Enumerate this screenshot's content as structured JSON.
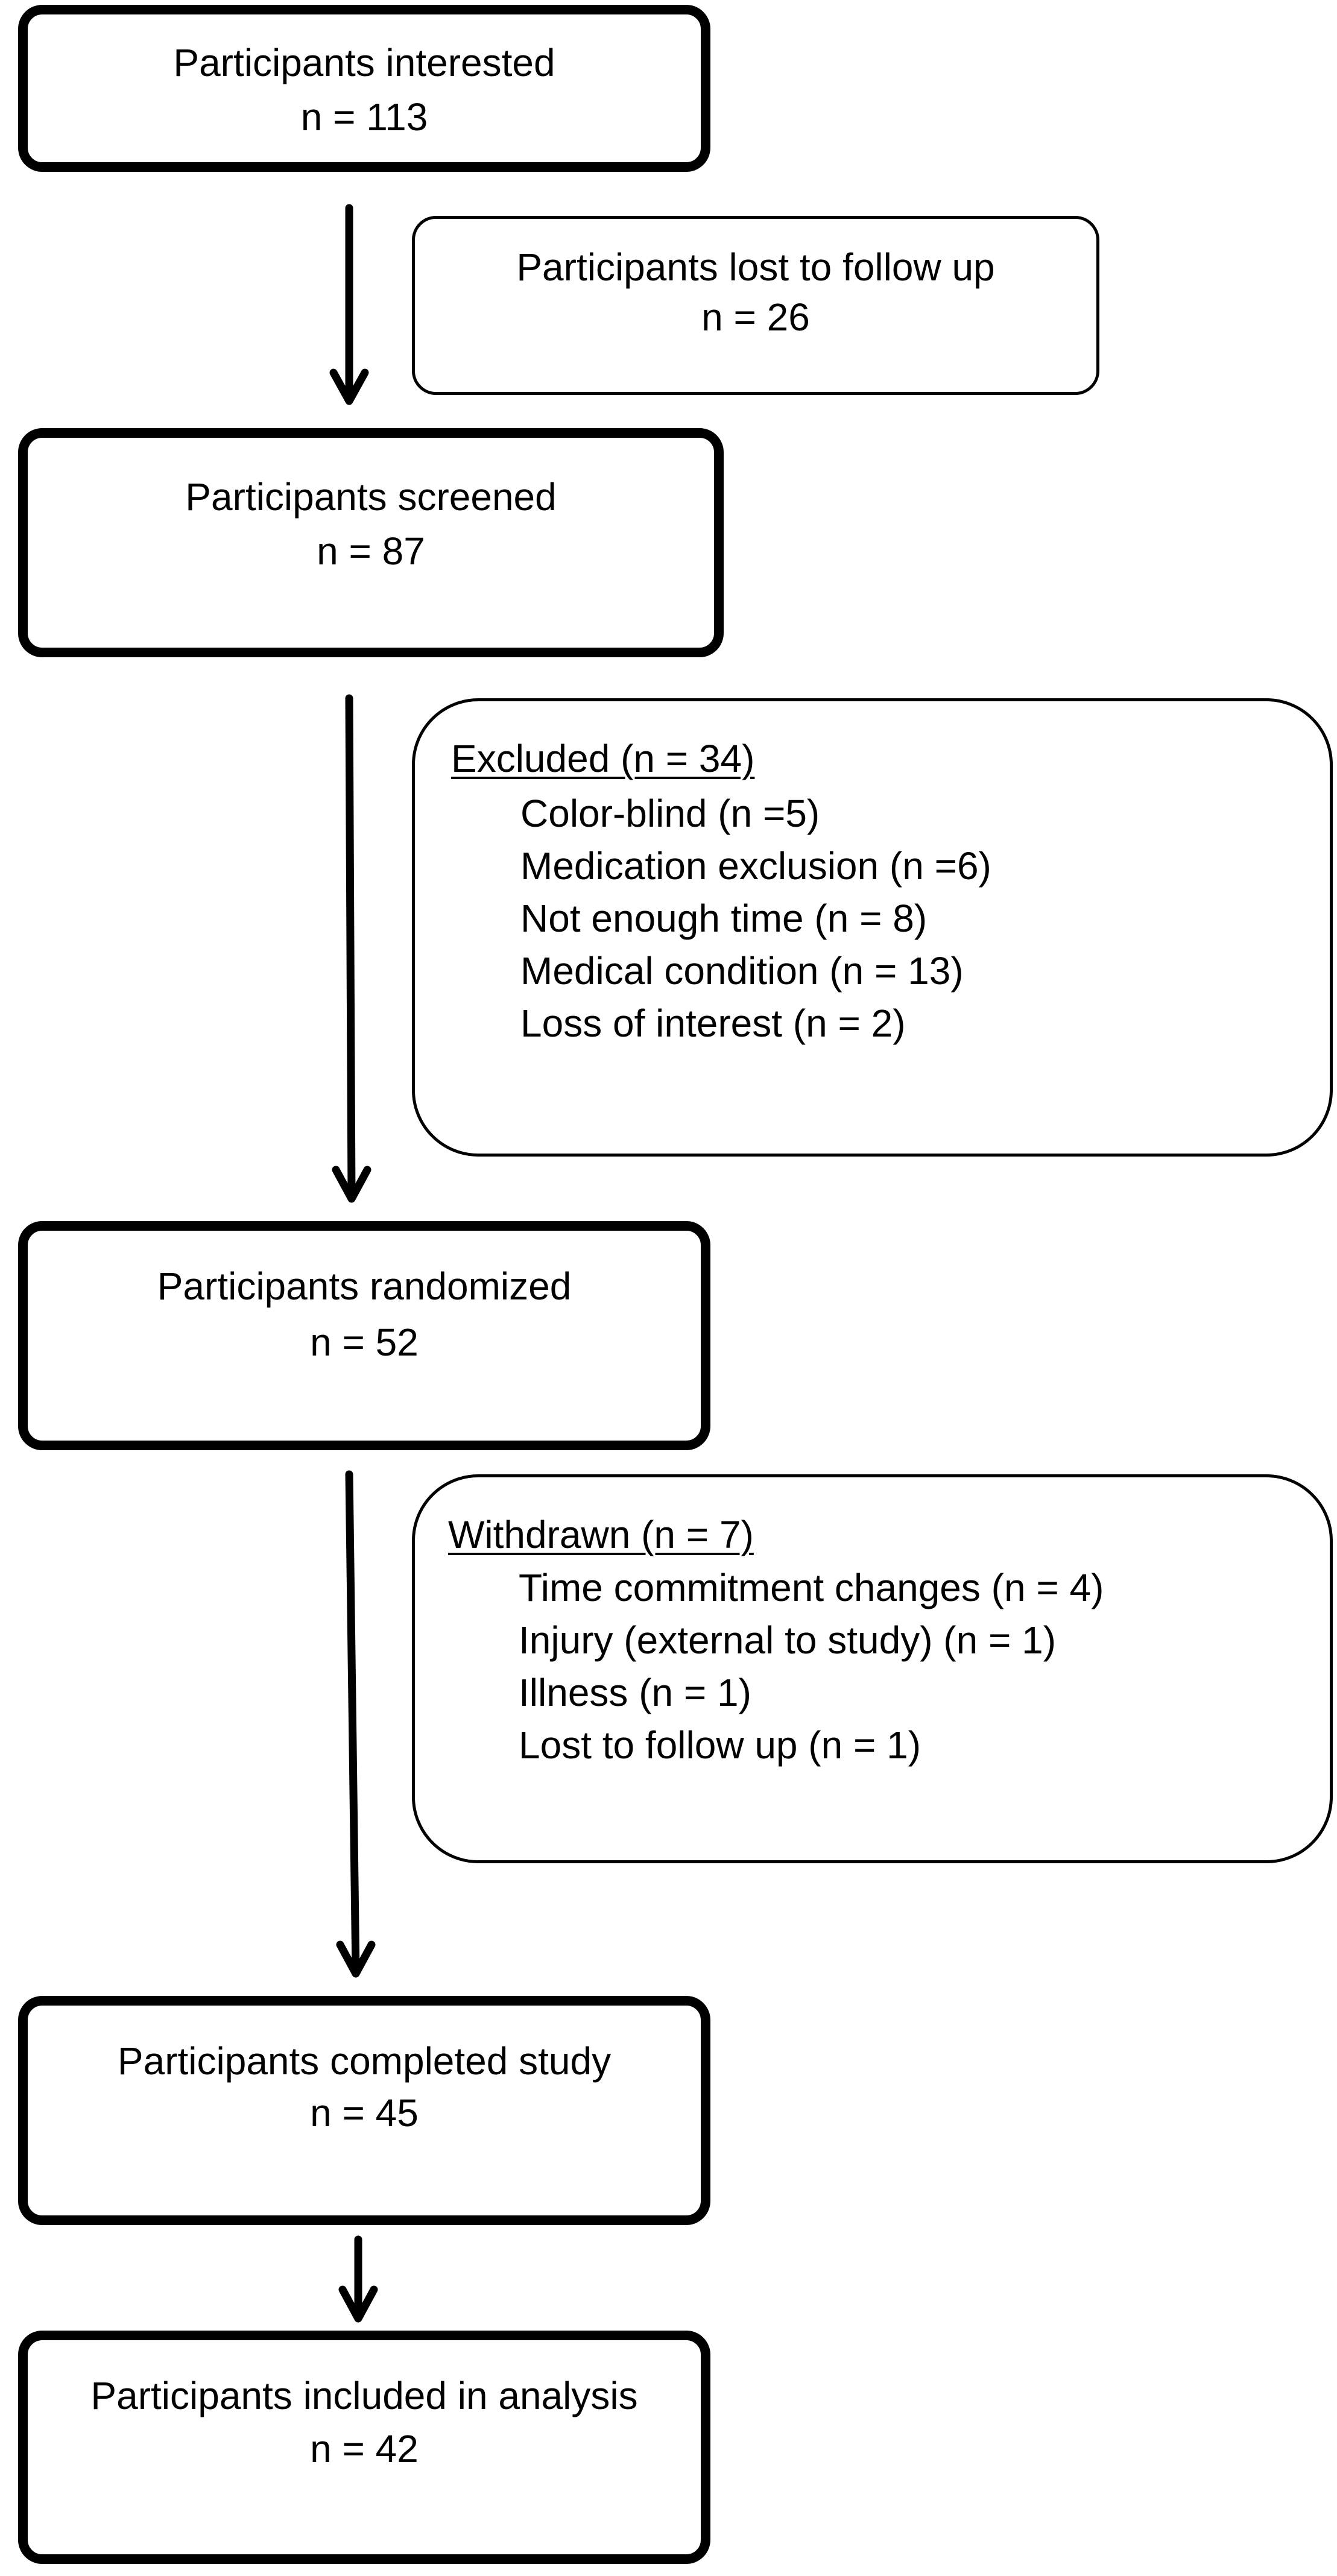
{
  "flow": {
    "interested": {
      "title": "Participants interested",
      "count": "n = 113"
    },
    "lost_followup": {
      "title": "Participants lost to follow up",
      "count": "n = 26"
    },
    "screened": {
      "title": "Participants screened",
      "count": "n = 87"
    },
    "excluded": {
      "heading": "Excluded (n = 34)",
      "items": [
        "Color-blind (n =5)",
        "Medication exclusion (n =6)",
        "Not enough time (n = 8)",
        "Medical condition (n = 13)",
        "Loss of interest (n = 2)"
      ]
    },
    "randomized": {
      "title": "Participants randomized",
      "count": "n = 52"
    },
    "withdrawn": {
      "heading": "Withdrawn (n = 7)",
      "items": [
        "Time commitment changes (n = 4)",
        "Injury (external to study) (n = 1)",
        "Illness (n = 1)",
        "Lost to follow up (n = 1)"
      ]
    },
    "completed": {
      "title": "Participants completed study",
      "count": "n = 45"
    },
    "analysis": {
      "title": "Participants included in analysis",
      "count": "n = 42"
    }
  }
}
